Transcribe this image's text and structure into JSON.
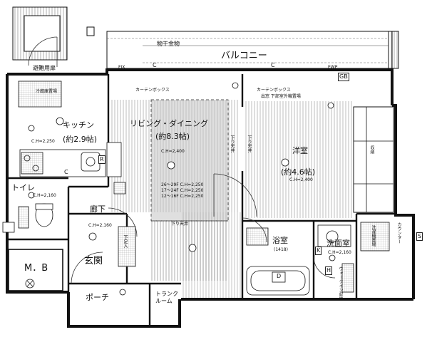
{
  "rooms": {
    "balcony": "バルコニー",
    "kitchen": "キッチン",
    "kitchen_size": "(約2.9帖)",
    "ldk": "リビング・ダイニング",
    "ldk_size": "(約8.3帖)",
    "western": "洋室",
    "western_size": "(約4.6帖)",
    "toilet": "トイレ",
    "hall": "廊下",
    "entrance": "玄関",
    "mb": "M．B",
    "porch": "ポーチ",
    "trunk": "トランク\nルーム",
    "bath": "浴室",
    "bath_size": "(1418)",
    "washroom": "洗面室",
    "evac": "避難用扉"
  },
  "ceiling": {
    "kitchen": "C.H=2,250",
    "ldk": "C.H=2,400",
    "western": "C.H=2,400",
    "toilet": "C.H=2,160",
    "hall": "C.H=2,160",
    "wash": "C.H=2,160",
    "ldk_drop1": "下り天井",
    "ldk_drop2": "下り天井",
    "ldk_drop3": "下り天井",
    "ldk_levels": "26～29F C.H=2,250\n17～24F C.H=2,250\n12～16F C.H=2,250"
  },
  "notes": {
    "curtain1": "カーテンボックス",
    "curtain2": "カーテンボックス",
    "outdoor_unit": "出窓 下部室外機置場",
    "fix": "FIX",
    "handrail": "物干金物",
    "ewp": "EWP",
    "gb": "GB",
    "counter": "カウンター",
    "washer": "洗濯機置場",
    "ref": "冷蔵庫置場",
    "storage": "収納",
    "shoes": "下足入",
    "pipes": "ウォークイン収納",
    "c1": "C",
    "c2": "C",
    "c3": "C",
    "r": "R",
    "k": "K",
    "d": "D",
    "h": "H",
    "s": "S"
  },
  "colors": {
    "wall": "#111111",
    "hatch": "#555555",
    "shade": "#c4c4c4"
  }
}
